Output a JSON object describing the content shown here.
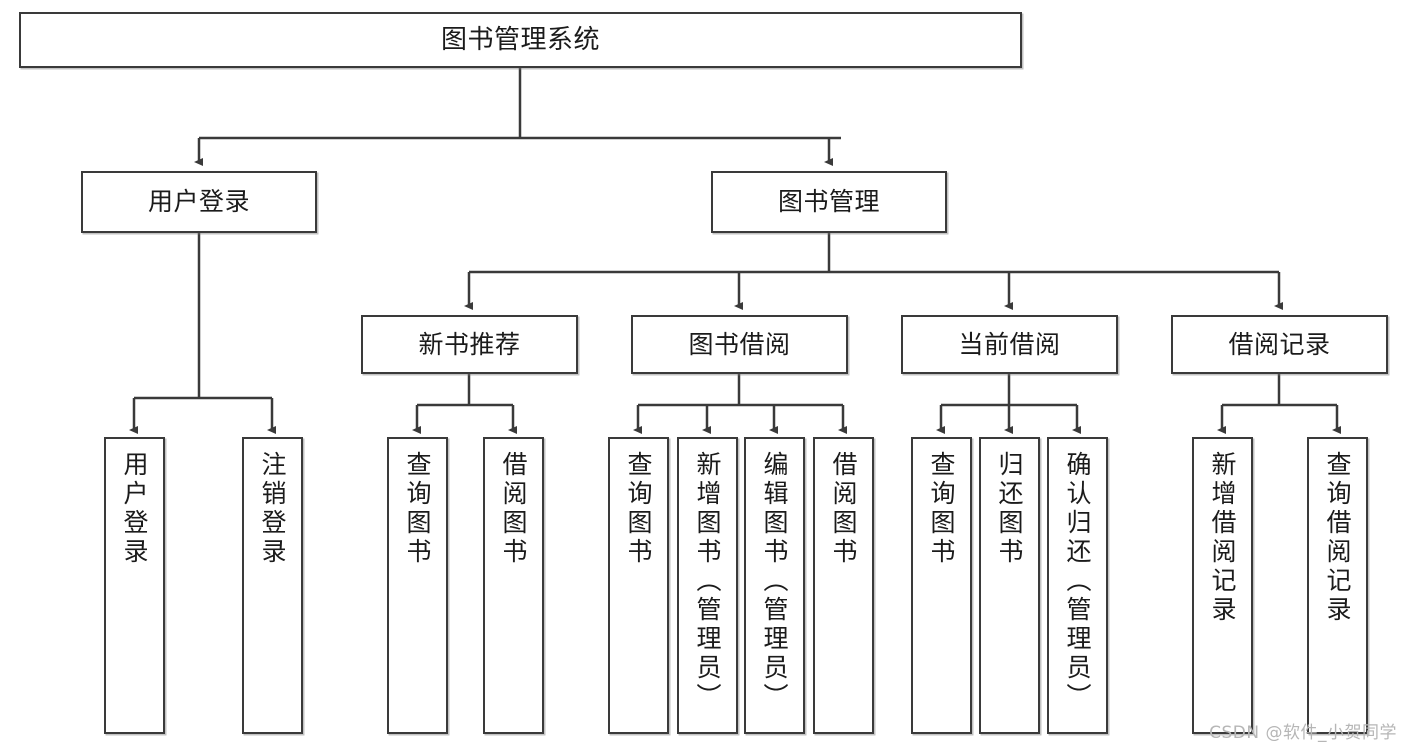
{
  "diagram": {
    "title": "图书管理系统",
    "type": "tree-hierarchy",
    "watermark": "CSDN @软件_小贺同学",
    "colors": {
      "stroke": "#3a3a3a",
      "fill": "#ffffff",
      "text": "#1b1b1b",
      "watermark": "#b6b6b6"
    },
    "levels": {
      "root": "图书管理系统",
      "level2": [
        "用户登录",
        "图书管理"
      ],
      "level3": [
        "新书推荐",
        "图书借阅",
        "当前借阅",
        "借阅记录"
      ]
    },
    "nodes": {
      "root": {
        "label": "图书管理系统"
      },
      "user_login": {
        "label": "用户登录"
      },
      "book_manage": {
        "label": "图书管理"
      },
      "new_book_rec": {
        "label": "新书推荐"
      },
      "book_borrow": {
        "label": "图书借阅"
      },
      "current_borrow": {
        "label": "当前借阅"
      },
      "borrow_record": {
        "label": "借阅记录"
      },
      "leaf_user_login": {
        "label": "用户登录"
      },
      "leaf_logout": {
        "label": "注销登录"
      },
      "leaf_query_book_1": {
        "label": "查询图书"
      },
      "leaf_borrow_book_1": {
        "label": "借阅图书"
      },
      "leaf_query_book_2": {
        "label": "查询图书"
      },
      "leaf_add_book": {
        "label": "新增图书（管理员）"
      },
      "leaf_edit_book": {
        "label": "编辑图书（管理员）"
      },
      "leaf_borrow_book_2": {
        "label": "借阅图书"
      },
      "leaf_query_book_3": {
        "label": "查询图书"
      },
      "leaf_return_book": {
        "label": "归还图书"
      },
      "leaf_confirm_return": {
        "label": "确认归还（管理员）"
      },
      "leaf_add_record": {
        "label": "新增借阅记录"
      },
      "leaf_query_record": {
        "label": "查询借阅记录"
      }
    },
    "edges": [
      {
        "from": "root",
        "to": "user_login"
      },
      {
        "from": "root",
        "to": "book_manage"
      },
      {
        "from": "user_login",
        "to": "leaf_user_login"
      },
      {
        "from": "user_login",
        "to": "leaf_logout"
      },
      {
        "from": "book_manage",
        "to": "new_book_rec"
      },
      {
        "from": "book_manage",
        "to": "book_borrow"
      },
      {
        "from": "book_manage",
        "to": "current_borrow"
      },
      {
        "from": "book_manage",
        "to": "borrow_record"
      },
      {
        "from": "new_book_rec",
        "to": "leaf_query_book_1"
      },
      {
        "from": "new_book_rec",
        "to": "leaf_borrow_book_1"
      },
      {
        "from": "book_borrow",
        "to": "leaf_query_book_2"
      },
      {
        "from": "book_borrow",
        "to": "leaf_add_book"
      },
      {
        "from": "book_borrow",
        "to": "leaf_edit_book"
      },
      {
        "from": "book_borrow",
        "to": "leaf_borrow_book_2"
      },
      {
        "from": "current_borrow",
        "to": "leaf_query_book_3"
      },
      {
        "from": "current_borrow",
        "to": "leaf_return_book"
      },
      {
        "from": "current_borrow",
        "to": "leaf_confirm_return"
      },
      {
        "from": "borrow_record",
        "to": "leaf_add_record"
      },
      {
        "from": "borrow_record",
        "to": "leaf_query_record"
      }
    ]
  }
}
